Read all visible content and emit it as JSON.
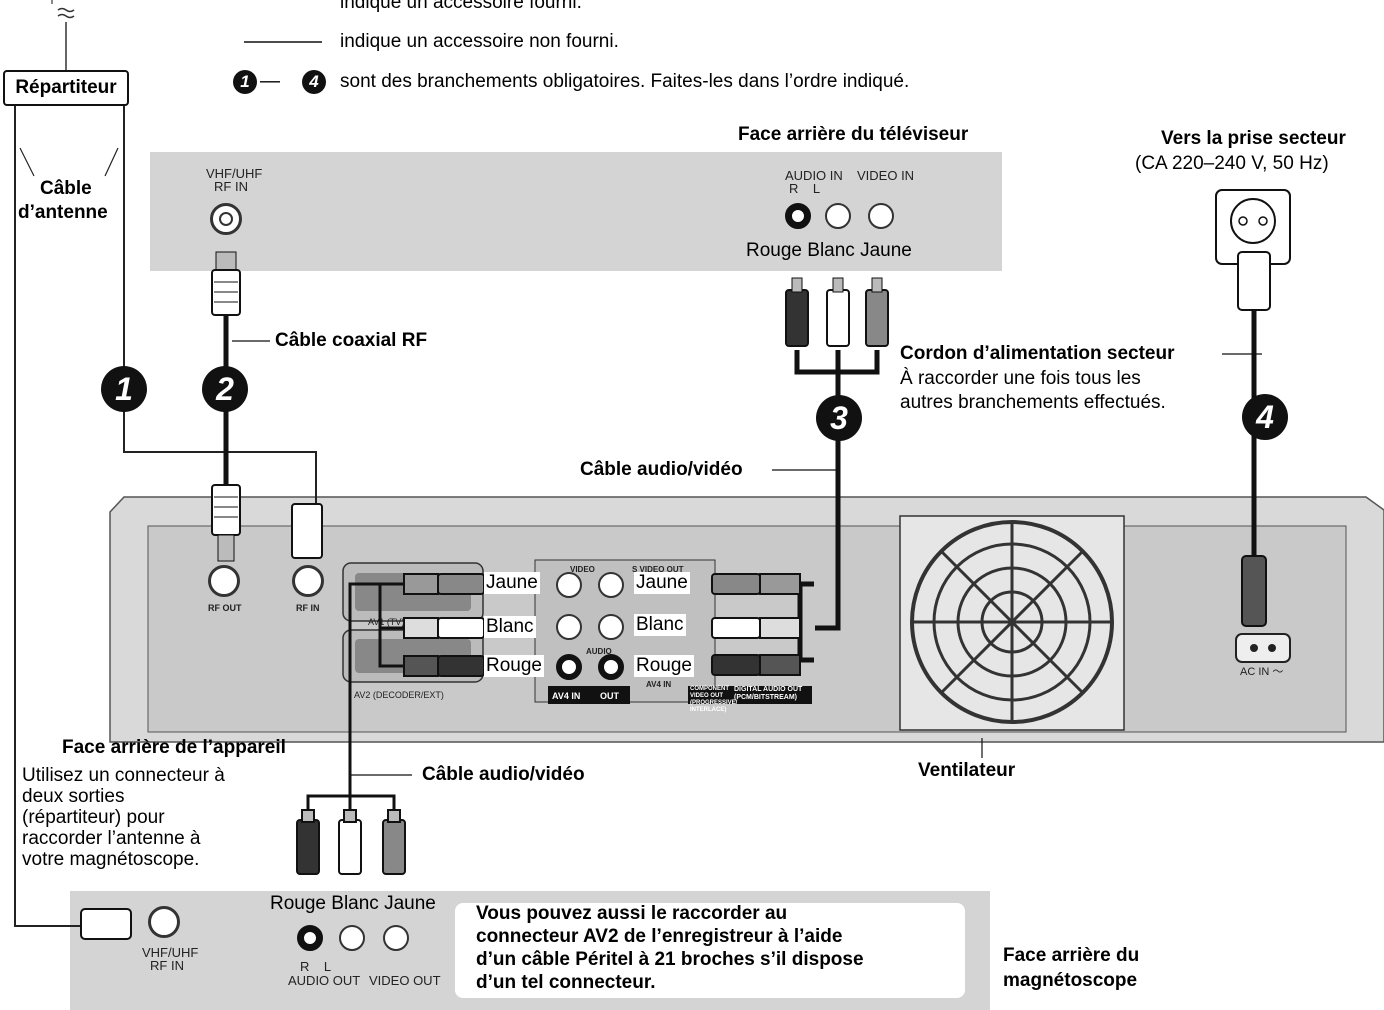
{
  "legend": {
    "supplied": "indique un accessoire fourni.",
    "not_supplied": "indique un accessoire non fourni.",
    "steps": "sont des branchements obligatoires. Faites-les dans l’ordre indiqué.",
    "steps_range": [
      "1",
      "4"
    ]
  },
  "splitter": {
    "label": "Répartiteur",
    "cable_label": [
      "Câble",
      "d’antenne"
    ]
  },
  "tv": {
    "title": "Face arrière du téléviseur",
    "rf_label": [
      "VHF/UHF",
      "RF IN"
    ],
    "audio_in": [
      "AUDIO IN",
      "R    L"
    ],
    "video_in": "VIDEO IN",
    "colors": "Rouge Blanc Jaune"
  },
  "mains": {
    "title": "Vers la prise secteur",
    "spec": "(CA 220–240 V, 50 Hz)"
  },
  "cables": {
    "coax": "Câble coaxial RF",
    "av_top": "Câble audio/vidéo",
    "av_bottom": "Câble audio/vidéo",
    "power": "Cordon d’alimentation secteur",
    "power_note": [
      "À raccorder une fois tous les",
      "autres branchements effectués."
    ]
  },
  "steps": [
    "1",
    "2",
    "3",
    "4"
  ],
  "recorder": {
    "rf_out": "RF OUT",
    "rf_in": "RF IN",
    "av1": "AV1 (TV)",
    "av2": "AV2 (DECODER/EXT)",
    "video": "VIDEO",
    "audio": "AUDIO",
    "svideo_out": "S VIDEO OUT",
    "av4in": "AV4 IN",
    "out": "OUT",
    "av4in_small": "AV4 IN",
    "component": "COMPONENT VIDEO OUT (PROGRESSIVE/ INTERLACE)",
    "digital": "DIGITAL AUDIO OUT (PCM/BITSTREAM)",
    "ac_in": "AC IN ～",
    "fan": "Ventilateur",
    "left_colors": [
      "Jaune",
      "Blanc",
      "Rouge"
    ],
    "right_colors": [
      "Jaune",
      "Blanc",
      "Rouge"
    ]
  },
  "unit_back": {
    "title": "Face arrière de l’appareil",
    "note": [
      "Utilisez un connecteur à",
      "deux sorties",
      "(répartiteur) pour",
      "raccorder l’antenne à",
      "votre magnétoscope."
    ]
  },
  "vcr": {
    "colors": "Rouge Blanc Jaune",
    "rf_label": [
      "VHF/UHF",
      "RF IN"
    ],
    "audio_out": [
      "R    L",
      "AUDIO OUT"
    ],
    "video_out": "VIDEO OUT",
    "note": [
      "Vous pouvez aussi le raccorder au",
      "connecteur AV2 de l’enregistreur à l’aide",
      "d’un câble Péritel à 21 broches s’il dispose",
      "d’un tel connecteur."
    ],
    "title": [
      "Face arrière du",
      "magnétoscope"
    ]
  }
}
